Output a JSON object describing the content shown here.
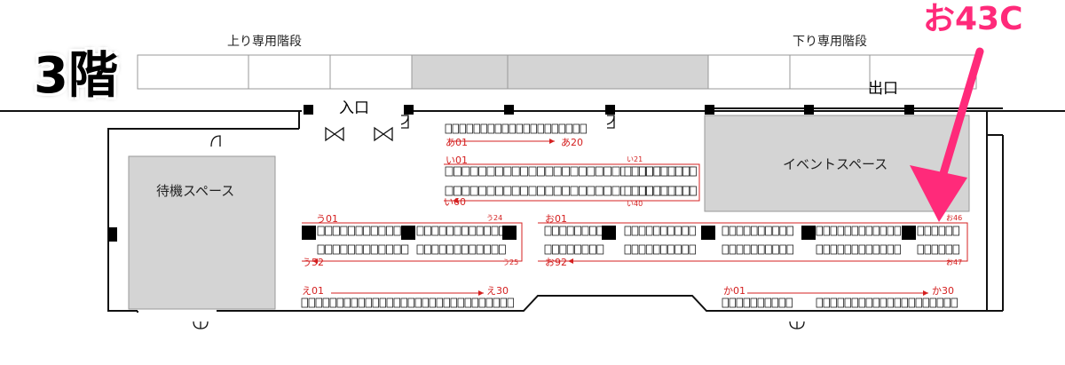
{
  "floor_label": "3階",
  "stairs_up": "上り専用階段",
  "stairs_down": "下り専用階段",
  "entrance": "入口",
  "exit": "出口",
  "waiting_space": "待機スペース",
  "event_space": "イベントスペース",
  "callout": "お43C",
  "colors": {
    "accent": "#ff2a7a",
    "row_label": "#d42020",
    "area_fill": "#d4d4d4"
  },
  "rows": {
    "a_start": "あ01",
    "a_end": "あ20",
    "i_start": "い01",
    "i_end": "い60",
    "i_21": "い21",
    "i_40": "い40",
    "u_start": "う01",
    "u_end": "う52",
    "u_24": "う24",
    "u_25": "う25",
    "o_start": "お01",
    "o_end": "お92",
    "o_46": "お46",
    "o_47": "お47",
    "e_start": "え01",
    "e_end": "え30",
    "ka_start": "か01",
    "ka_end": "か30"
  }
}
